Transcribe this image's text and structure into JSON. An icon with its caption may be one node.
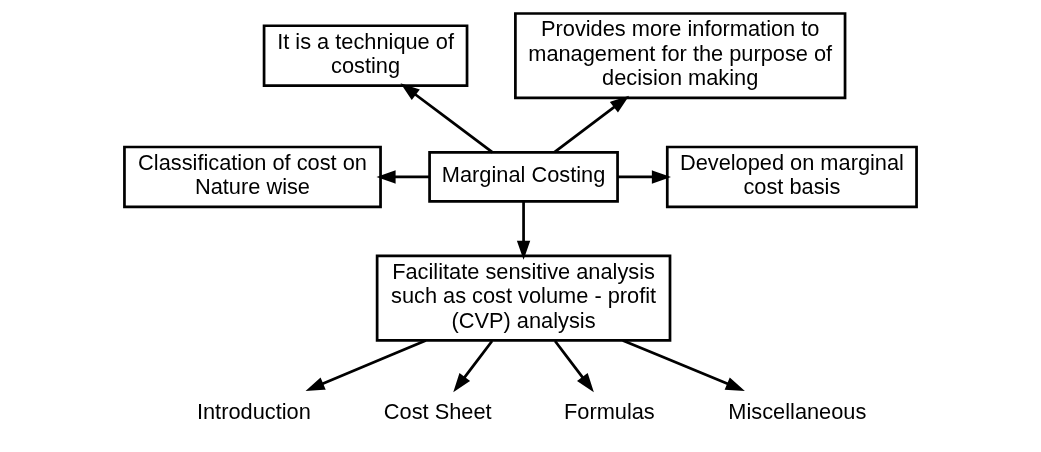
{
  "diagram": {
    "nodes": [
      {
        "text": [
          "Marginal Costing"
        ]
      },
      {
        "text": [
          "It is a technique of costing"
        ]
      },
      {
        "text": [
          "Provides more information to management for the purpose of decision making"
        ]
      },
      {
        "text": [
          "Developed on marginal cost basis"
        ]
      },
      {
        "text": [
          "Classification of cost on Nature wise"
        ]
      },
      {
        "text": [
          "Facilitate sensitive analysis such as cost volume - profit (CVP) analysis"
        ]
      },
      {
        "text": [
          "Introduction"
        ]
      },
      {
        "text": [
          "Cost Sheet"
        ]
      },
      {
        "text": [
          "Formulas"
        ]
      },
      {
        "text": [
          "Miscellaneous"
        ]
      }
    ],
    "edges": [
      {
        "from": 0,
        "to": 1,
        "arrow": "to"
      },
      {
        "from": 0,
        "to": 2,
        "arrow": "to"
      },
      {
        "from": 0,
        "to": 3,
        "arrow": "to"
      },
      {
        "from": 0,
        "to": 4,
        "arrow": "to"
      },
      {
        "from": 0,
        "to": 5,
        "arrow": "to"
      },
      {
        "from": 5,
        "to": 6,
        "arrow": "to"
      },
      {
        "from": 5,
        "to": 7,
        "arrow": "to"
      },
      {
        "from": 5,
        "to": 8,
        "arrow": "to"
      },
      {
        "from": 5,
        "to": 9,
        "arrow": "to"
      }
    ]
  }
}
